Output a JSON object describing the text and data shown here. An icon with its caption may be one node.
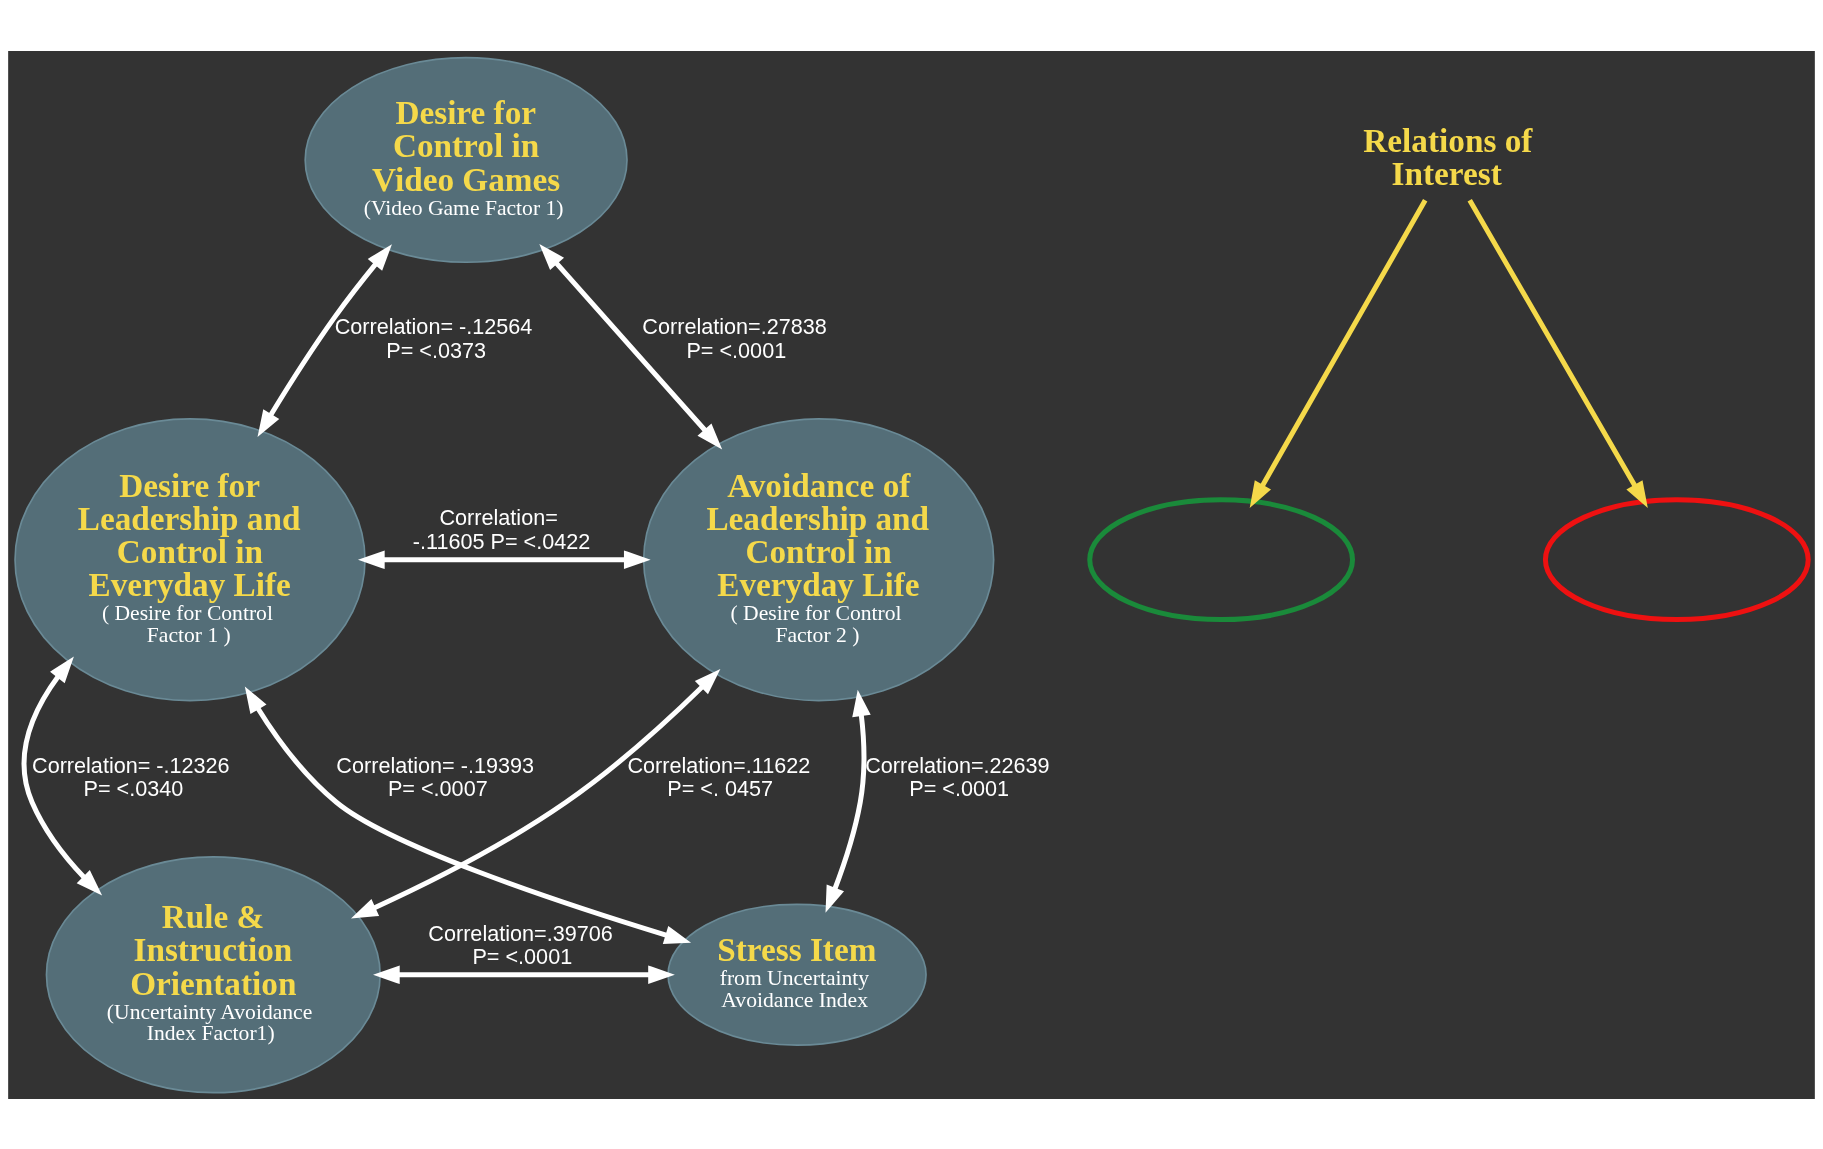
{
  "diagram": {
    "nodes": [
      {
        "text": [
          "Desire for Control in Video Games",
          "(Video Game Factor 1)"
        ]
      },
      {
        "text": [
          "Desire for Leadership and Control in Everyday Life",
          "( Desire for Control Factor 1 )"
        ]
      },
      {
        "text": [
          "Avoidance of Leadership and Control in Everyday Life",
          "( Desire for Control Factor 2 )"
        ]
      },
      {
        "text": [
          "Rule & Instruction Orientation",
          "(Uncertainty Avoidance Index Factor1)"
        ]
      },
      {
        "text": [
          "Stress Item",
          "from Uncertainty Avoidance Index"
        ]
      },
      {
        "text": [
          "Relations of Interest"
        ]
      },
      {
        "text": [],
        "shape": "ellipse"
      },
      {
        "text": [],
        "shape": "ellipse"
      }
    ],
    "edges": [
      {
        "from": 0,
        "to": 1,
        "arrow": "both",
        "label": "Correlation= -.12564 P= <.0373"
      },
      {
        "from": 0,
        "to": 2,
        "arrow": "both",
        "label": "Correlation=.27838 P= <.0001"
      },
      {
        "from": 1,
        "to": 2,
        "arrow": "both",
        "label": "Correlation=  -.11605 P= <.0422"
      },
      {
        "from": 1,
        "to": 4,
        "arrow": "both",
        "label": "Correlation= -.19393 P= <.0007"
      },
      {
        "from": 2,
        "to": 3,
        "arrow": "both",
        "label": "Correlation=.11622 P= <. 0457"
      },
      {
        "from": 1,
        "to": 3,
        "arrow": "both",
        "label": "Correlation= -.12326 P= <.0340"
      },
      {
        "from": 2,
        "to": 4,
        "arrow": "both",
        "label": "Correlation=.22639 P= <.0001"
      },
      {
        "from": 3,
        "to": 4,
        "arrow": "both",
        "label": "Correlation=.39706 P= <.0001"
      },
      {
        "from": 5,
        "to": 6,
        "arrow": "to",
        "color": "#f5d94a"
      },
      {
        "from": 5,
        "to": 7,
        "arrow": "to",
        "color": "#f5d94a"
      }
    ]
  }
}
